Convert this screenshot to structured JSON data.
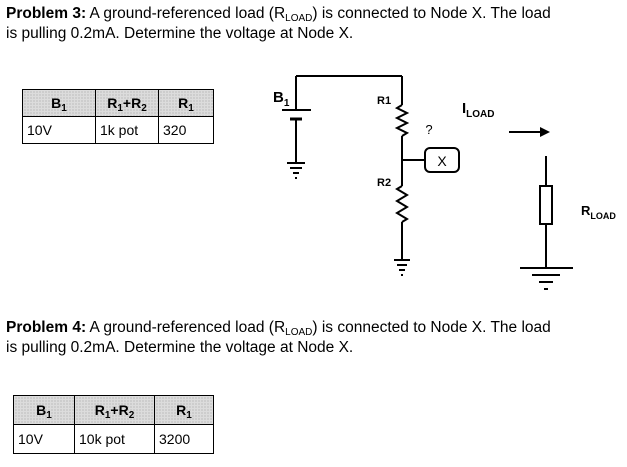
{
  "problem3": {
    "label": "Problem 3:",
    "text_a": " A ground-referenced load (R",
    "sub": "LOAD",
    "text_b": ") is connected to Node X. The load is pulling 0.2mA.  Determine the voltage at Node X."
  },
  "table3": {
    "headers": [
      "B",
      "R",
      "R"
    ],
    "header_subs": [
      "1",
      "1",
      "1"
    ],
    "header_mid": "+R",
    "header_mid_sub": "2",
    "cells": [
      "10V",
      "1k pot",
      "320"
    ]
  },
  "circuit": {
    "battery_label": "B",
    "battery_sub": "1",
    "r1_label": "R1",
    "r2_label": "R2",
    "question": "?",
    "node_label": "X",
    "current_label": "I",
    "current_sub": "LOAD",
    "load_label": "R",
    "load_sub": "LOAD"
  },
  "problem4": {
    "label": "Problem 4:",
    "text_a": " A ground-referenced load (R",
    "sub": "LOAD",
    "text_b": ") is connected to Node X. The load is pulling 0.2mA.  Determine the voltage at Node X."
  },
  "table4": {
    "headers": [
      "B",
      "R",
      "R"
    ],
    "header_subs": [
      "1",
      "1",
      "1"
    ],
    "header_mid": "+R",
    "header_mid_sub": "2",
    "cells": [
      "10V",
      "10k pot",
      "3200"
    ]
  }
}
